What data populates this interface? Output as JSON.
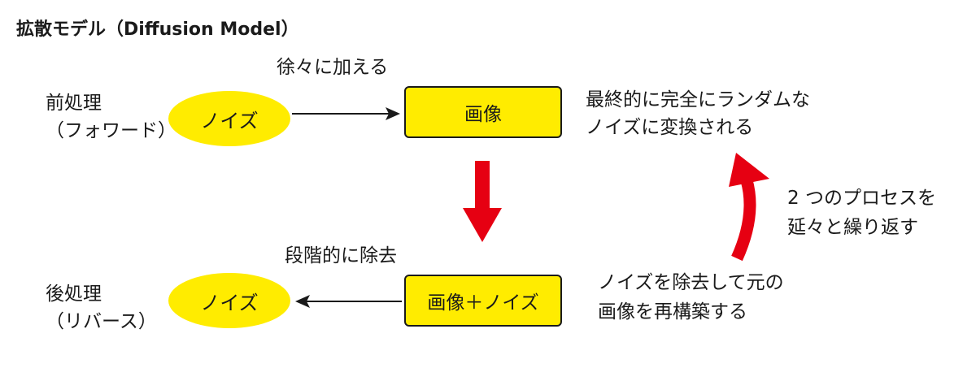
{
  "title": "拡散モデル（Diffusion Model）",
  "forward": {
    "label_line1": "前処理",
    "label_line2": "（フォワード）",
    "noise": "ノイズ",
    "arrow_label": "徐々に加える",
    "image": "画像"
  },
  "forward_result": {
    "line1": "最終的に完全にランダムな",
    "line2": "ノイズに変換される"
  },
  "reverse": {
    "label_line1": "後処理",
    "label_line2": "（リバース）",
    "noise": "ノイズ",
    "arrow_label": "段階的に除去",
    "image_noise": "画像＋ノイズ"
  },
  "reverse_result": {
    "line1": "ノイズを除去して元の",
    "line2": "画像を再構築する"
  },
  "repeat_note": {
    "line1": "2 つのプロセスを",
    "line2": "延々と繰り返す"
  },
  "colors": {
    "shape_fill": "#ffec00",
    "arrow_red": "#e60012",
    "text": "#1a1a1a"
  }
}
